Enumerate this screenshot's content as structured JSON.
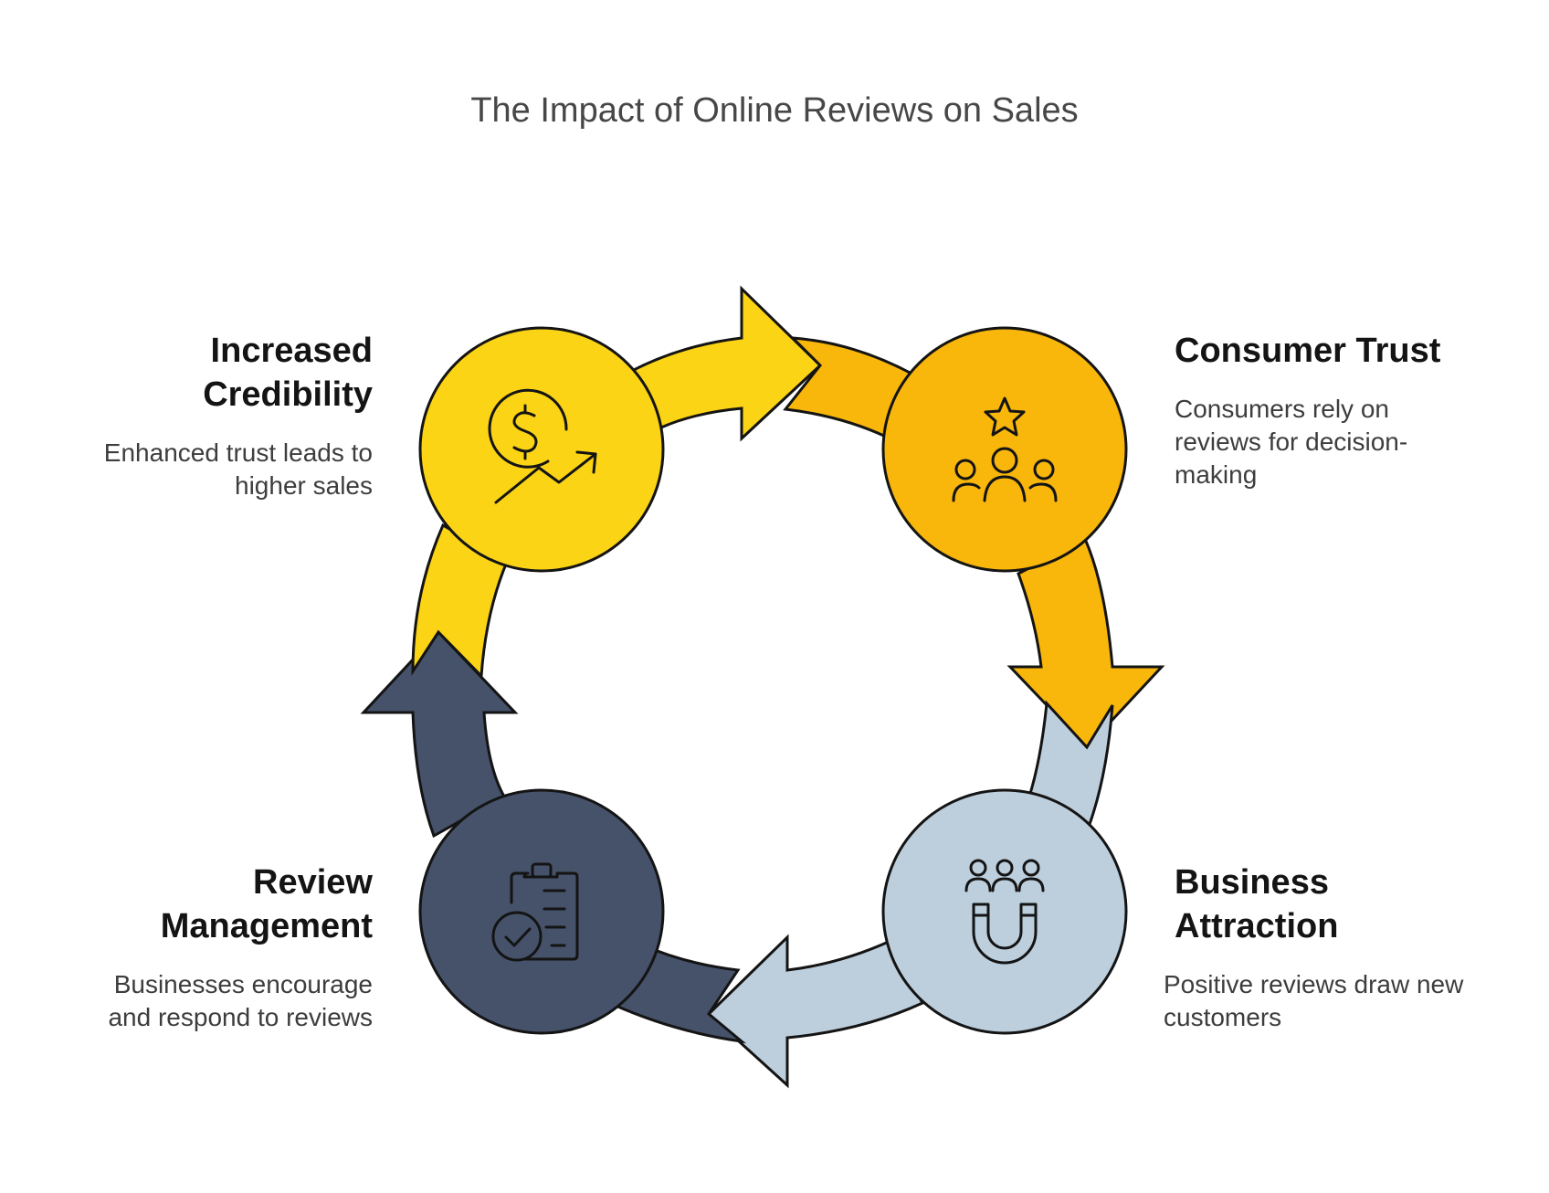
{
  "title": "The Impact of Online Reviews on Sales",
  "colors": {
    "yellow": "#FBD415",
    "amber": "#F9B70C",
    "light_blue": "#BDCFDD",
    "navy": "#45526A",
    "outline": "#141414"
  },
  "stages": [
    {
      "heading_line1": "Increased",
      "heading_line2": "Credibility",
      "desc_line1": "Enhanced trust leads to",
      "desc_line2": "higher sales",
      "icon": "dollar-growth-icon"
    },
    {
      "heading_line1": "Consumer Trust",
      "desc_line1": "Consumers rely on",
      "desc_line2": "reviews for decision-",
      "desc_line3": "making",
      "icon": "star-people-icon"
    },
    {
      "heading_line1": "Business",
      "heading_line2": "Attraction",
      "desc_line1": "Positive reviews draw new",
      "desc_line2": "customers",
      "icon": "magnet-people-icon"
    },
    {
      "heading_line1": "Review",
      "heading_line2": "Management",
      "desc_line1": "Businesses encourage",
      "desc_line2": "and respond to reviews",
      "icon": "clipboard-check-icon"
    }
  ]
}
